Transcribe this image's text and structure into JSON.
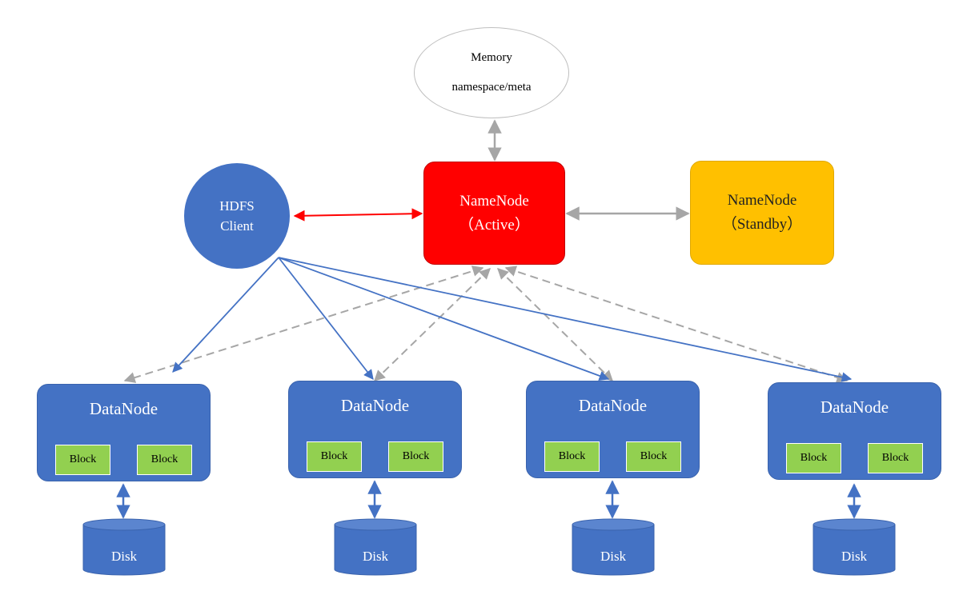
{
  "memory": {
    "line1": "Memory",
    "line2": "namespace/meta"
  },
  "client": {
    "line1": "HDFS",
    "line2": "Client"
  },
  "namenode_active": {
    "name": "NameNode",
    "state": "（Active）"
  },
  "namenode_standby": {
    "name": "NameNode",
    "state": "（Standby）"
  },
  "datanodes": [
    {
      "title": "DataNode",
      "blocks": [
        "Block",
        "Block"
      ],
      "disk": "Disk"
    },
    {
      "title": "DataNode",
      "blocks": [
        "Block",
        "Block"
      ],
      "disk": "Disk"
    },
    {
      "title": "DataNode",
      "blocks": [
        "Block",
        "Block"
      ],
      "disk": "Disk"
    },
    {
      "title": "DataNode",
      "blocks": [
        "Block",
        "Block"
      ],
      "disk": "Disk"
    }
  ],
  "colors": {
    "datanode": "#4472c4",
    "block": "#92d050",
    "active": "#ff0000",
    "standby": "#ffc000",
    "client_link": "#ff0000",
    "data_link": "#4472c4",
    "heartbeat_link": "#a6a6a6"
  }
}
